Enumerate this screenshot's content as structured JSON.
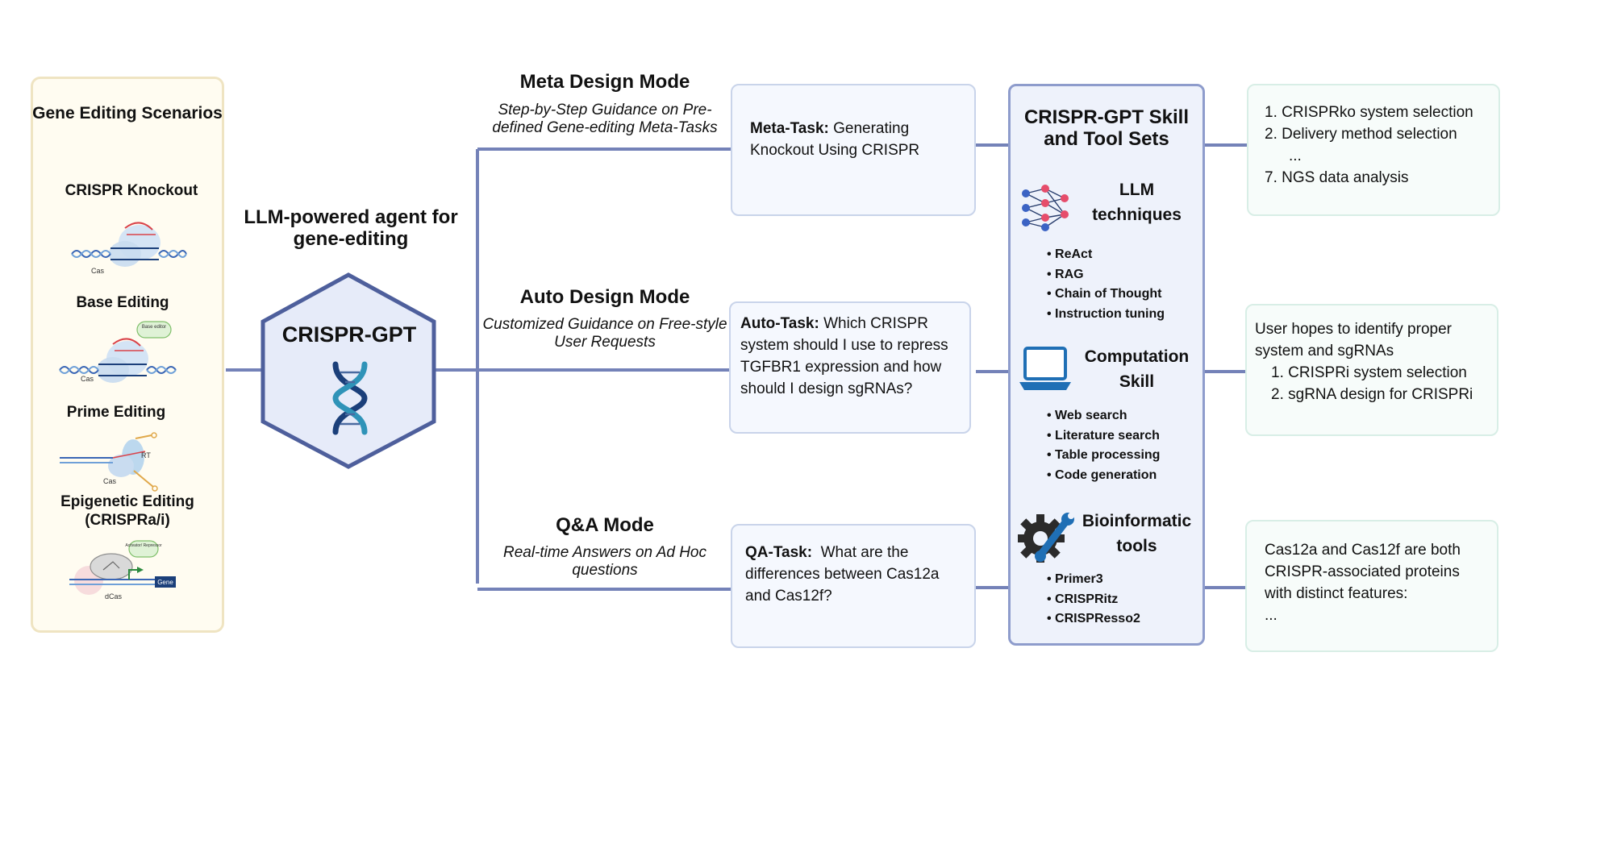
{
  "scenarios": {
    "title": "Gene Editing Scenarios",
    "items": [
      {
        "label": "CRISPR Knockout",
        "tags": [
          "Cas"
        ]
      },
      {
        "label": "Base Editing",
        "tags": [
          "Cas",
          "Base editor"
        ]
      },
      {
        "label": "Prime Editing",
        "tags": [
          "Cas",
          "RT"
        ]
      },
      {
        "label": "Epigenetic Editing (CRISPRa/i)",
        "tags": [
          "dCas",
          "Activator/ Repressor",
          "Gene"
        ]
      }
    ]
  },
  "agent": {
    "title": "LLM-powered agent for gene-editing",
    "name": "CRISPR-GPT"
  },
  "modes": [
    {
      "title": "Meta Design Mode",
      "subtitle": "Step-by-Step Guidance on Pre-defined Gene-editing Meta-Tasks",
      "task_label": "Meta-Task:",
      "task_text": "Generating Knockout Using CRISPR"
    },
    {
      "title": "Auto Design Mode",
      "subtitle": "Customized Guidance on Free-style User Requests",
      "task_label": "Auto-Task:",
      "task_text": "Which CRISPR system should I use to repress TGFBR1 expression and how should I design sgRNAs?"
    },
    {
      "title": "Q&A Mode",
      "subtitle": "Real-time Answers on Ad Hoc questions",
      "task_label": "QA-Task:",
      "task_text": "What are the differences between Cas12a and Cas12f?"
    }
  ],
  "skills": {
    "title": "CRISPR-GPT Skill and Tool Sets",
    "groups": [
      {
        "heading": "LLM techniques",
        "icon": "neural-network-icon",
        "items": [
          "ReAct",
          "RAG",
          "Chain of Thought",
          "Instruction tuning"
        ]
      },
      {
        "heading": "Computation Skill",
        "icon": "laptop-icon",
        "items": [
          "Web search",
          "Literature search",
          "Table processing",
          "Code generation"
        ]
      },
      {
        "heading": "Bioinformatic tools",
        "icon": "gear-wrench-icon",
        "items": [
          "Primer3",
          "CRISPRitz",
          "CRISPResso2"
        ]
      }
    ]
  },
  "outputs": {
    "meta": {
      "lines": [
        "1.  CRISPRko system selection",
        "2.  Delivery method selection",
        "...",
        "7.  NGS data analysis"
      ]
    },
    "auto": {
      "intro": "User hopes to identify proper system and sgRNAs",
      "lines": [
        "1.  CRISPRi system selection",
        "2.  sgRNA design for CRISPRi"
      ]
    },
    "qa": {
      "text": "Cas12a and Cas12f are both CRISPR-associated proteins with distinct features:",
      "ellipsis": "..."
    }
  },
  "colors": {
    "connector": "#7482b8",
    "dna_strand_a": "#1b3f7a",
    "dna_strand_b": "#2f93b8",
    "hex_fill": "#e6ebf9",
    "hex_stroke": "#4e5f9c"
  }
}
